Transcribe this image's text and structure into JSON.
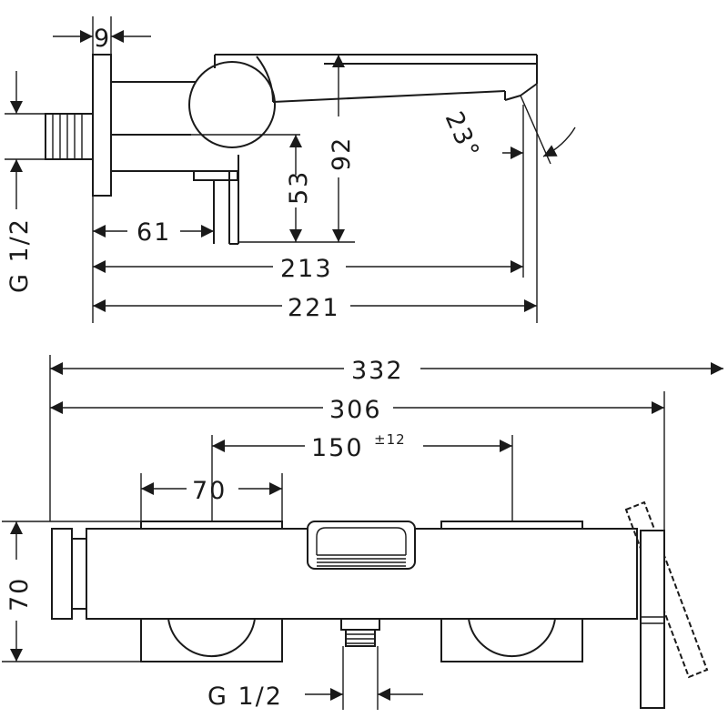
{
  "side_view": {
    "dim_9": "9",
    "dim_92": "92",
    "dim_53": "53",
    "dim_61": "61",
    "dim_213": "213",
    "dim_221": "221",
    "angle": "23°",
    "thread": "G 1/2"
  },
  "top_view": {
    "dim_332": "332",
    "dim_306": "306",
    "dim_150": "150",
    "tol_150": "±12",
    "dim_70_width": "70",
    "dim_70_height": "70",
    "thread": "G 1/2"
  }
}
